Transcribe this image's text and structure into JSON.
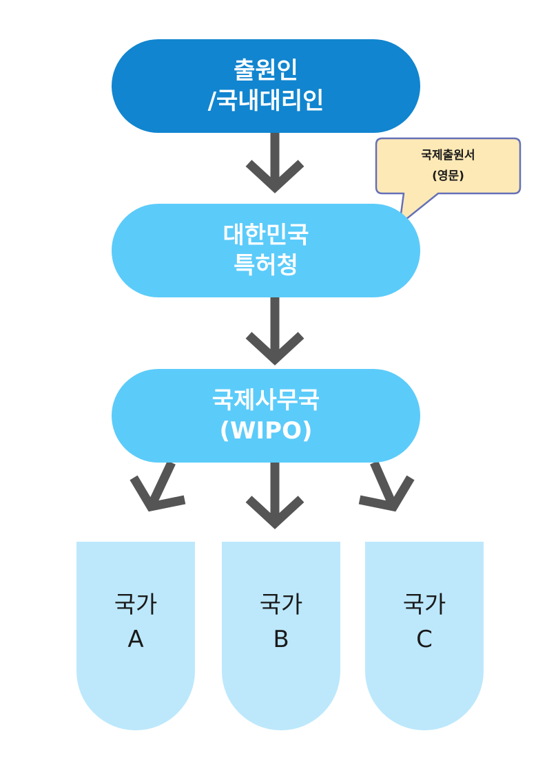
{
  "nodes": {
    "applicant": {
      "line1": "출원인",
      "line2": "/국내대리인"
    },
    "kipo": {
      "line1": "대한민국",
      "line2": "특허청"
    },
    "ib": {
      "line1": "국제사무국",
      "line2": "(WIPO)"
    }
  },
  "countries": [
    {
      "line1": "국가",
      "line2": "A"
    },
    {
      "line1": "국가",
      "line2": "B"
    },
    {
      "line1": "국가",
      "line2": "C"
    }
  ],
  "callout": {
    "line1": "국제출원서",
    "line2": "(영문)"
  },
  "colors": {
    "applicant_fill": "#1185cf",
    "office_fill": "#5bcbfa",
    "country_fill": "#bde8fc",
    "callout_fill": "#fde9b6",
    "callout_border": "#6470b8",
    "arrow": "#555555"
  }
}
